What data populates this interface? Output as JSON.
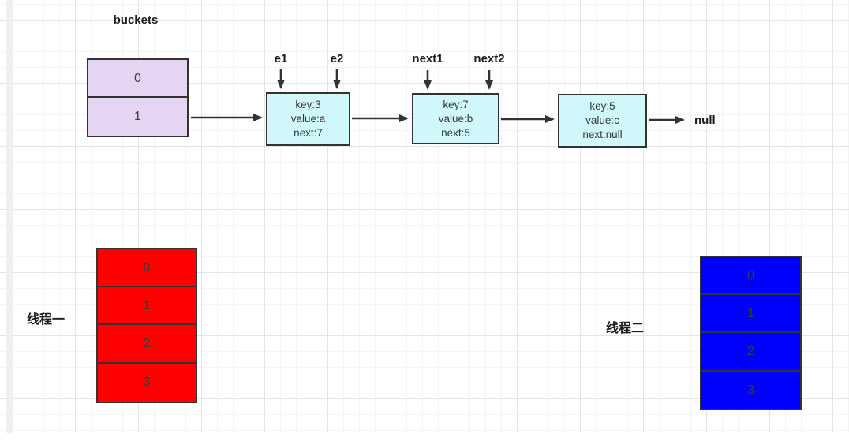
{
  "diagram": {
    "buckets": {
      "label": "buckets",
      "cells": [
        "0",
        "1"
      ]
    },
    "nodes": [
      {
        "lines": [
          "key:3",
          "value:a",
          "next:7"
        ]
      },
      {
        "lines": [
          "key:7",
          "value:b",
          "next:5"
        ]
      },
      {
        "lines": [
          "key:5",
          "value:c",
          "next:null"
        ]
      }
    ],
    "pointer_labels": {
      "e1": "e1",
      "e2": "e2",
      "next1": "next1",
      "next2": "next2"
    },
    "null_label": "null",
    "threads": [
      {
        "label": "线程一",
        "cells": [
          "0",
          "1",
          "2",
          "3"
        ]
      },
      {
        "label": "线程二",
        "cells": [
          "0",
          "1",
          "2",
          "3"
        ]
      }
    ],
    "colors": {
      "bucket_fill": "#E6D5F2",
      "node_fill": "#D0F7FA",
      "thread1_fill": "#FF0000",
      "thread2_fill": "#0000FF",
      "shape_border": "#333333",
      "arrow": "#333333",
      "grid_minor": "#F4F4F4",
      "grid_major": "#E4E4E4"
    }
  }
}
